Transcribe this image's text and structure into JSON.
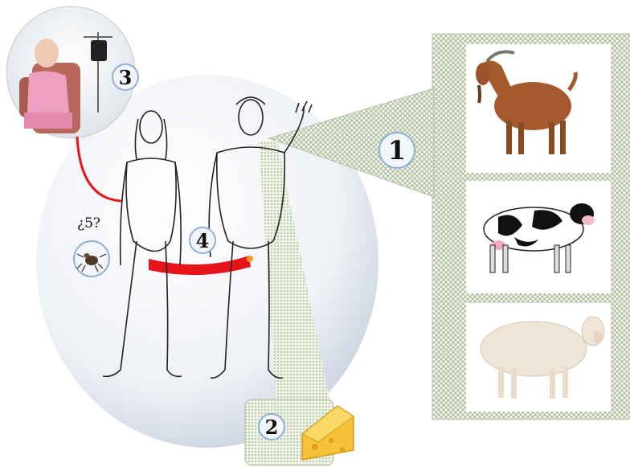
{
  "markers": {
    "one": "1",
    "two": "2",
    "three": "3",
    "four": "4",
    "five": "¿5?"
  },
  "colors": {
    "transmission_red": "#e8141c",
    "lattice_green": "#a8b898",
    "badge_border": "#8fb0d6"
  },
  "icons": [
    "goat-icon",
    "cow-icon",
    "sheep-icon",
    "cheese-icon",
    "tick-icon",
    "patient-icon",
    "iv-pole-icon",
    "female-figure-icon",
    "male-figure-icon"
  ]
}
